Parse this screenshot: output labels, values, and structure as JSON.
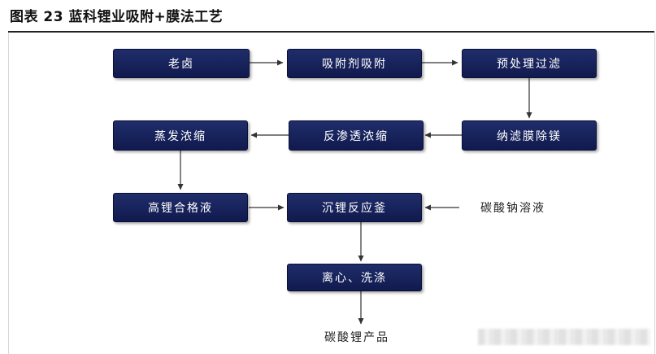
{
  "title": "图表 23 蓝科锂业吸附+膜法工艺",
  "nodes": {
    "brine": "老卤",
    "adsorbent": "吸附剂吸附",
    "pretreat": "预处理过滤",
    "nanofilter": "纳滤膜除镁",
    "ro": "反渗透浓缩",
    "evap": "蒸发浓缩",
    "high_li": "高锂合格液",
    "reactor": "沉锂反应釜",
    "centrifuge": "离心、洗涤"
  },
  "labels": {
    "soda": "碳酸钠溶液",
    "product": "碳酸锂产品"
  },
  "colors": {
    "node_fill": "#1a2660",
    "arrow": "#333333"
  }
}
